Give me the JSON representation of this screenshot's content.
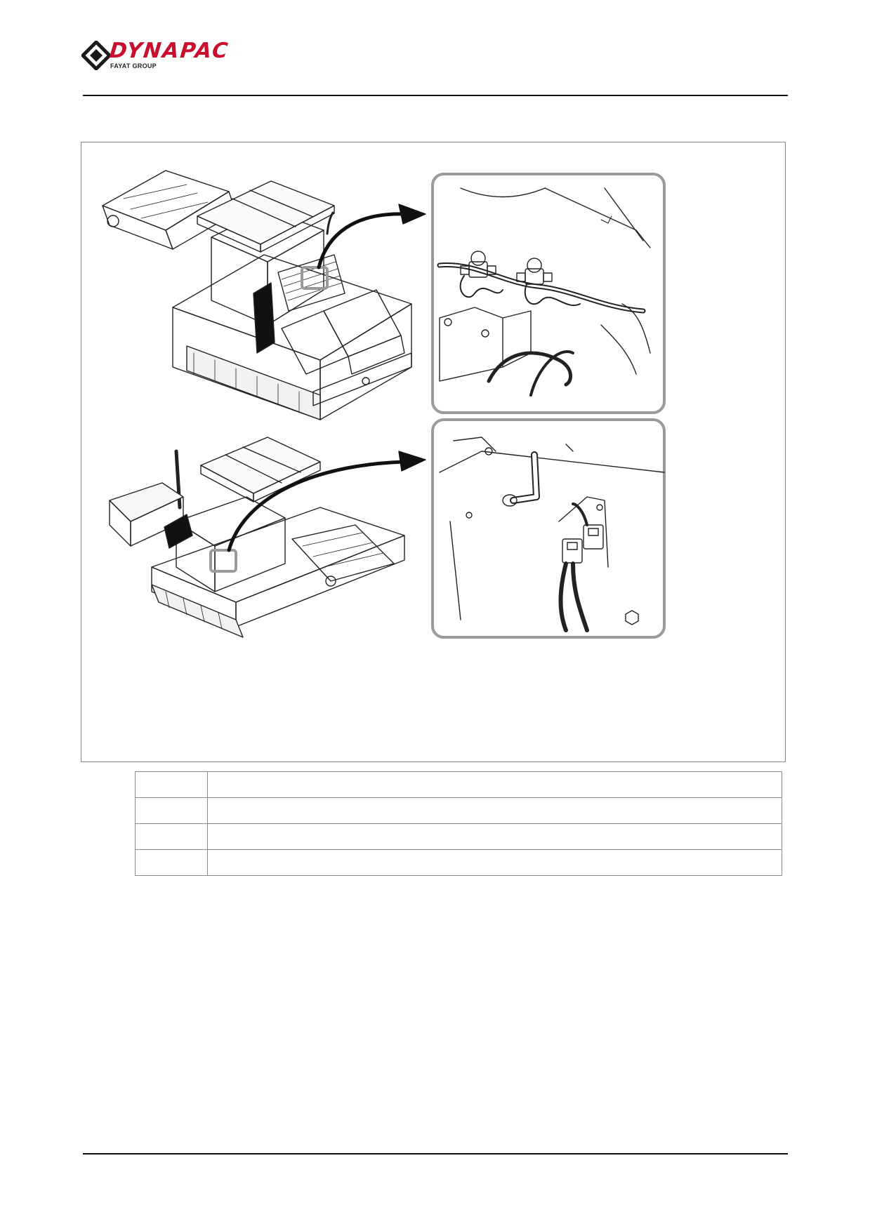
{
  "header": {
    "brand": "DYNAPAC",
    "subbrand": "FAYAT GROUP",
    "brand_color": "#c8102e",
    "logo_icon": "dynapac-diamond-icon"
  },
  "figure": {
    "views": [
      {
        "name": "paver-rear-view",
        "detail": "engine-wiring-harness-detail"
      },
      {
        "name": "paver-side-view",
        "detail": "connector-bracket-detail"
      }
    ],
    "callout_color": "#9a9a9a"
  },
  "legend": {
    "rows": [
      {
        "key": "",
        "text": ""
      },
      {
        "key": "",
        "text": ""
      },
      {
        "key": "",
        "text": ""
      },
      {
        "key": "",
        "text": ""
      }
    ]
  }
}
